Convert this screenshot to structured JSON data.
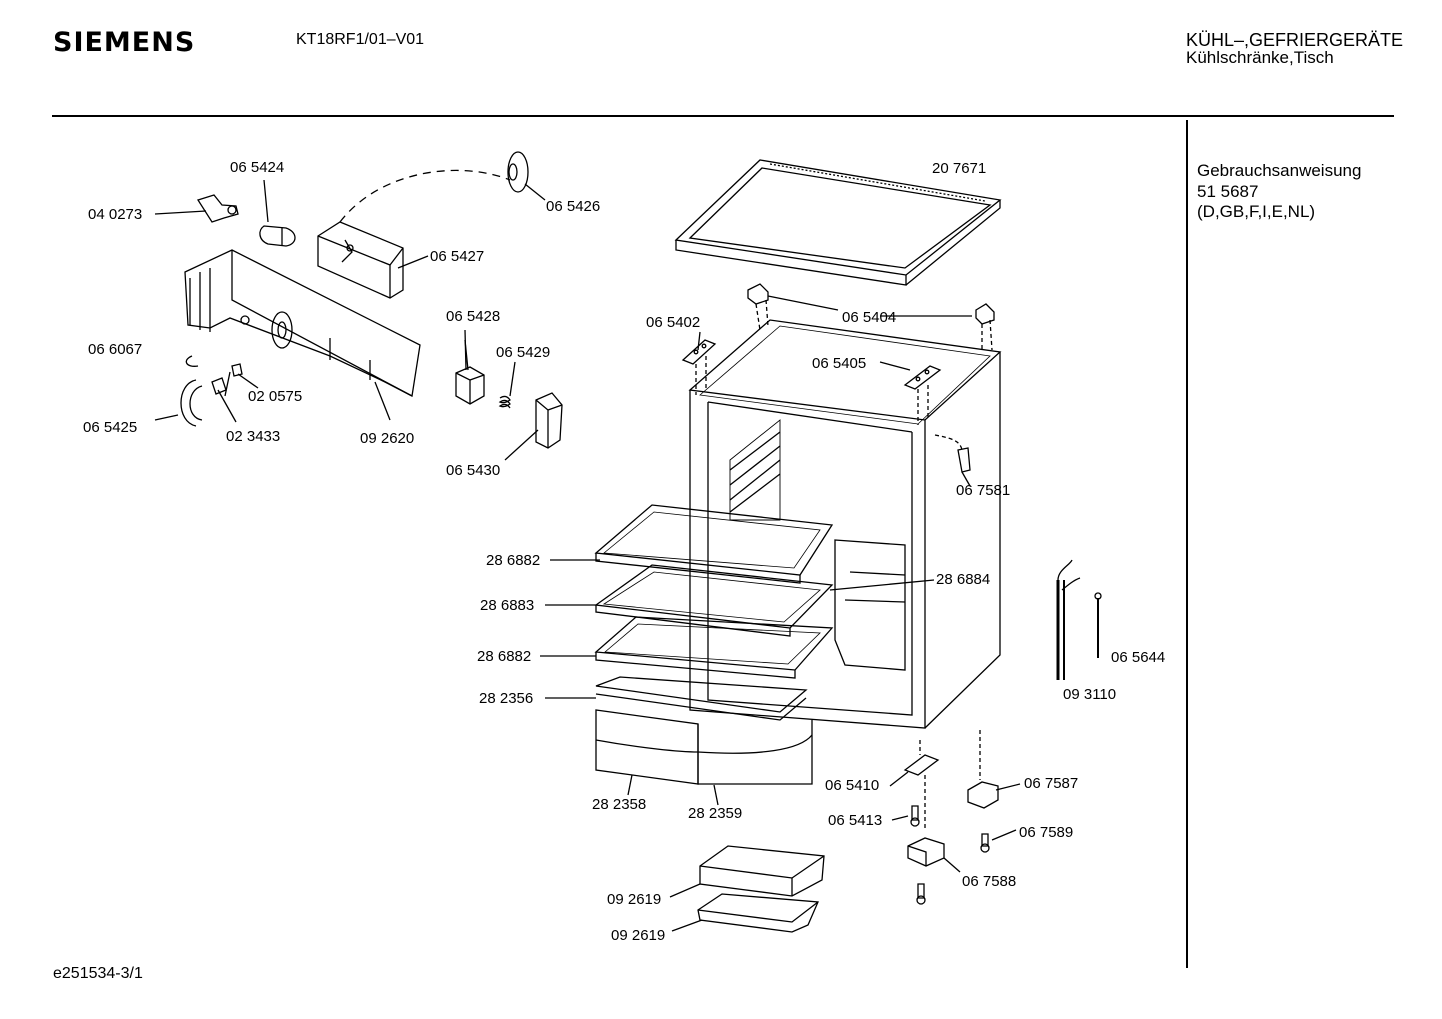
{
  "header": {
    "brand": "SIEMENS",
    "model": "KT18RF1/01–V01",
    "category_line1": "KÜHL–,GEFRIERGERÄTE",
    "category_line2": "Kühlschränke,Tisch"
  },
  "sidebar": {
    "line1": "Gebrauchsanweisung",
    "line2": "51 5687",
    "line3": "(D,GB,F,I,E,NL)"
  },
  "footer": {
    "doc_id": "e251534-3/1"
  },
  "parts": [
    {
      "label": "06 5424"
    },
    {
      "label": "04 0273"
    },
    {
      "label": "06 5426"
    },
    {
      "label": "06 5427"
    },
    {
      "label": "06 5428"
    },
    {
      "label": "06 5429"
    },
    {
      "label": "06 6067"
    },
    {
      "label": "02 0575"
    },
    {
      "label": "06 5425"
    },
    {
      "label": "02 3433"
    },
    {
      "label": "09 2620"
    },
    {
      "label": "06 5430"
    },
    {
      "label": "20 7671"
    },
    {
      "label": "06 5404"
    },
    {
      "label": "06 5402"
    },
    {
      "label": "06 5405"
    },
    {
      "label": "06 7581"
    },
    {
      "label": "28 6882"
    },
    {
      "label": "28 6884"
    },
    {
      "label": "28 6883"
    },
    {
      "label": "28 6882"
    },
    {
      "label": "28 2356"
    },
    {
      "label": "06 5644"
    },
    {
      "label": "09 3110"
    },
    {
      "label": "06 5410"
    },
    {
      "label": "06 7587"
    },
    {
      "label": "06 5413"
    },
    {
      "label": "06 7589"
    },
    {
      "label": "28 2358"
    },
    {
      "label": "28 2359"
    },
    {
      "label": "06 7588"
    },
    {
      "label": "09 2619"
    },
    {
      "label": "09 2619"
    }
  ]
}
